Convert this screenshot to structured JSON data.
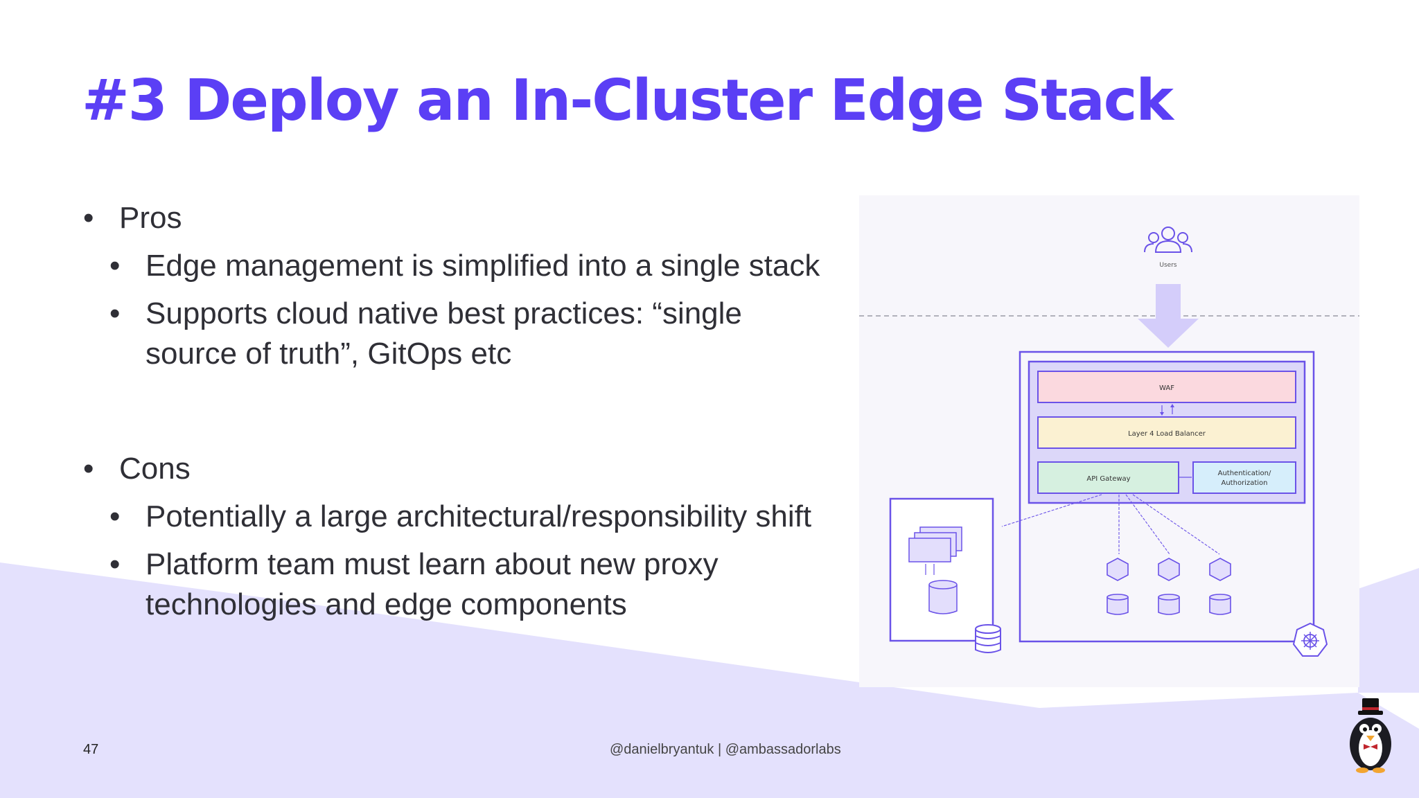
{
  "slide": {
    "title": "#3 Deploy an In-Cluster Edge Stack",
    "pros": {
      "label": "Pros",
      "items": [
        "Edge management is simplified into a single stack",
        "Supports cloud native best practices: “single source of truth”, GitOps etc"
      ]
    },
    "cons": {
      "label": "Cons",
      "items": [
        "Potentially a large architectural/responsibility shift",
        "Platform team must learn about new proxy technologies and edge components"
      ]
    },
    "page_number": "47",
    "footer": "@danielbryantuk | @ambassadorlabs"
  },
  "diagram": {
    "users_label": "Users",
    "waf_label": "WAF",
    "lb_label": "Layer 4 Load Balancer",
    "api_gateway_label": "API Gateway",
    "auth_label_line1": "Authentication/",
    "auth_label_line2": "Authorization"
  },
  "colors": {
    "accent": "#5b3ff5",
    "background_shape": "#e4e1fd",
    "waf": "#fbd9df",
    "load_balancer": "#fbf1d2",
    "api_gateway": "#d6f0e0",
    "auth": "#d6eefb",
    "diagram_stroke": "#6a52e8"
  },
  "icons": [
    "users-icon",
    "database-icon",
    "kubernetes-icon",
    "mascot-icon"
  ]
}
